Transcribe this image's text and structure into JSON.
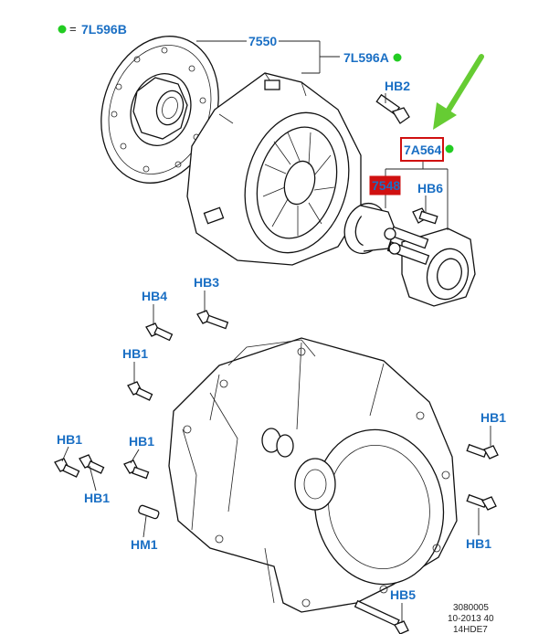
{
  "labels": {
    "l_7l596b": "7L596B",
    "l_7550": "7550",
    "l_7l596a": "7L596A",
    "l_hb2": "HB2",
    "l_7a564": "7A564",
    "l_7548": "7548",
    "l_hb6": "HB6",
    "l_hb4": "HB4",
    "l_hb3": "HB3",
    "l_hb1_a": "HB1",
    "l_hb1_b": "HB1",
    "l_hb1_c": "HB1",
    "l_hb1_d": "HB1",
    "l_hb1_e": "HB1",
    "l_hb1_f": "HB1",
    "l_hm1": "HM1",
    "l_hb5": "HB5"
  },
  "legend_marker": "=",
  "footer": {
    "code": "3080005",
    "date": "10-2013 40",
    "ref": "14HDE7"
  },
  "colors": {
    "label_text": "#1a6fc4",
    "dot": "#22cc22",
    "highlight_box": "#d01010",
    "highlight_fill": "#d01010",
    "arrow": "#66cc33"
  }
}
